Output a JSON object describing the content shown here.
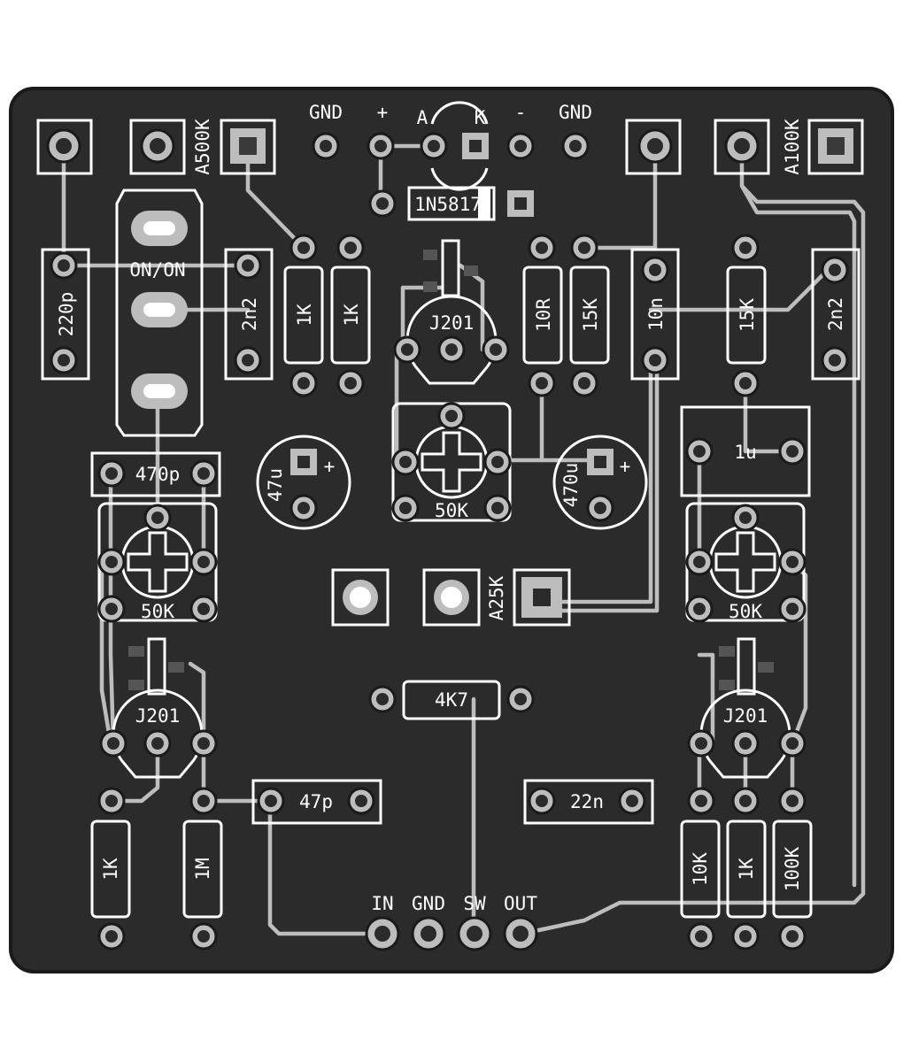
{
  "header": {
    "gnd_left": "GND",
    "plus": "+",
    "a": "A",
    "k": "K",
    "minus": "-",
    "gnd_right": "GND",
    "a500k": "A500K",
    "a100k": "A100K"
  },
  "parts": {
    "diode": "1N5817",
    "switch": "ON/ON",
    "c220p": "220p",
    "c2n2_left": "2n2",
    "r1k_a": "1K",
    "r1k_b": "1K",
    "j201_top": "J201",
    "r10r": "10R",
    "r15k_a": "15K",
    "c10n": "10n",
    "r15k_b": "15K",
    "c2n2_right": "2n2",
    "c470p": "470p",
    "c47u": "47u",
    "trim_center": "50K",
    "c470u": "470u",
    "c1u": "1u",
    "trim_left": "50K",
    "trim_right": "50K",
    "a25k": "A25K",
    "j201_left": "J201",
    "j201_right": "J201",
    "r4k7": "4K7",
    "c47p": "47p",
    "c22n": "22n",
    "r1k_bl": "1K",
    "r1m": "1M",
    "r10k": "10K",
    "r1k_br": "1K",
    "r100k": "100K"
  },
  "footer": {
    "in": "IN",
    "gnd": "GND",
    "sw": "SW",
    "out": "OUT"
  },
  "colors": {
    "board": "#2b2b2b",
    "trace": "#bdbdbd",
    "silk": "#ffffff",
    "pad_square": "#3e3e3e"
  }
}
